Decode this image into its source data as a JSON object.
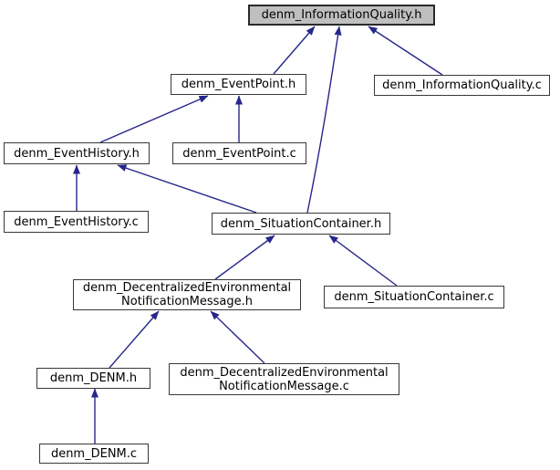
{
  "diagram": {
    "kind": "include-dependency-graph",
    "highlighted_node": "denm_InformationQuality.h"
  },
  "colors": {
    "edge": "#26268C",
    "node_fill": "#FFFFFF",
    "highlighted_fill": "#BFBFBF",
    "node_border": "#383838",
    "text": "#000000",
    "background": "#FFFFFF"
  },
  "nodes": [
    {
      "id": "denm_InformationQuality.h",
      "label": "denm_InformationQuality.h",
      "highlighted": true
    },
    {
      "id": "denm_EventPoint.h",
      "label": "denm_EventPoint.h",
      "highlighted": false
    },
    {
      "id": "denm_InformationQuality.c",
      "label": "denm_InformationQuality.c",
      "highlighted": false
    },
    {
      "id": "denm_EventHistory.h",
      "label": "denm_EventHistory.h",
      "highlighted": false
    },
    {
      "id": "denm_EventPoint.c",
      "label": "denm_EventPoint.c",
      "highlighted": false
    },
    {
      "id": "denm_EventHistory.c",
      "label": "denm_EventHistory.c",
      "highlighted": false
    },
    {
      "id": "denm_SituationContainer.h",
      "label": "denm_SituationContainer.h",
      "highlighted": false
    },
    {
      "id": "denm_DecentralizedEnvironmentalNotificationMessage.h",
      "label": "denm_DecentralizedEnvironmental\nNotificationMessage.h",
      "highlighted": false
    },
    {
      "id": "denm_SituationContainer.c",
      "label": "denm_SituationContainer.c",
      "highlighted": false
    },
    {
      "id": "denm_DENM.h",
      "label": "denm_DENM.h",
      "highlighted": false
    },
    {
      "id": "denm_DecentralizedEnvironmentalNotificationMessage.c",
      "label": "denm_DecentralizedEnvironmental\nNotificationMessage.c",
      "highlighted": false
    },
    {
      "id": "denm_DENM.c",
      "label": "denm_DENM.c",
      "highlighted": false
    }
  ],
  "edges": [
    {
      "from": "denm_EventPoint.h",
      "to": "denm_InformationQuality.h"
    },
    {
      "from": "denm_InformationQuality.c",
      "to": "denm_InformationQuality.h"
    },
    {
      "from": "denm_SituationContainer.h",
      "to": "denm_InformationQuality.h"
    },
    {
      "from": "denm_EventHistory.h",
      "to": "denm_EventPoint.h"
    },
    {
      "from": "denm_EventPoint.c",
      "to": "denm_EventPoint.h"
    },
    {
      "from": "denm_EventHistory.c",
      "to": "denm_EventHistory.h"
    },
    {
      "from": "denm_SituationContainer.h",
      "to": "denm_EventHistory.h"
    },
    {
      "from": "denm_DecentralizedEnvironmentalNotificationMessage.h",
      "to": "denm_SituationContainer.h"
    },
    {
      "from": "denm_SituationContainer.c",
      "to": "denm_SituationContainer.h"
    },
    {
      "from": "denm_DENM.h",
      "to": "denm_DecentralizedEnvironmentalNotificationMessage.h"
    },
    {
      "from": "denm_DecentralizedEnvironmentalNotificationMessage.c",
      "to": "denm_DecentralizedEnvironmentalNotificationMessage.h"
    },
    {
      "from": "denm_DENM.c",
      "to": "denm_DENM.h"
    }
  ]
}
